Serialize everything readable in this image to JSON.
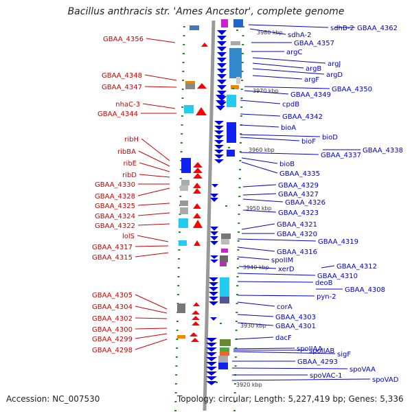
{
  "title": "Bacillus anthracis str. 'Ames Ancestor', complete genome",
  "footer": {
    "accession": "Accession: NC_007530",
    "topology": "Topology: circular; Length: 5,227,419 bp; Genes: 5,336"
  },
  "colors": {
    "left_labels": "#cc0000",
    "right_labels": "#0000cc",
    "axis": "#999999",
    "ticks": "#228822",
    "forward_arrow": "#ff0000",
    "reverse_arrow": "#0000dd"
  },
  "kbp_markers": [
    "3980 kbp",
    "3970 kbp",
    "3960 kbp",
    "3950 kbp",
    "3940 kbp",
    "3930 kbp",
    "3920 kbp"
  ],
  "left_labels": [
    "GBAA_4356",
    "GBAA_4348",
    "GBAA_4347",
    "nhaC-3",
    "GBAA_4344",
    "ribH",
    "ribBA",
    "ribE",
    "ribD",
    "GBAA_4330",
    "GBAA_4328",
    "GBAA_4325",
    "GBAA_4324",
    "GBAA_4322",
    "lolS",
    "GBAA_4317",
    "GBAA_4315",
    "GBAA_4305",
    "GBAA_4304",
    "GBAA_4302",
    "GBAA_4300",
    "GBAA_4299",
    "GBAA_4298"
  ],
  "right_labels": [
    "sdhB-2",
    "GBAA_4362",
    "sdhA-2",
    "GBAA_4357",
    "argC",
    "argJ",
    "argB",
    "argD",
    "argF",
    "GBAA_4350",
    "GBAA_4349",
    "cpdB",
    "GBAA_4342",
    "bioA",
    "bioD",
    "bioF",
    "GBAA_4338",
    "GBAA_4337",
    "bioB",
    "GBAA_4335",
    "GBAA_4329",
    "GBAA_4327",
    "GBAA_4326",
    "GBAA_4323",
    "GBAA_4321",
    "GBAA_4320",
    "GBAA_4319",
    "GBAA_4316",
    "spoIIM",
    "xerD",
    "GBAA_4312",
    "GBAA_4310",
    "deoB",
    "GBAA_4308",
    "pyn-2",
    "corA",
    "GBAA_4303",
    "GBAA_4301",
    "dacF",
    "spoIIAA",
    "spoIIAB",
    "sigF",
    "GBAA_4293",
    "spoVAA",
    "spoVAC-1",
    "spoVAD"
  ]
}
